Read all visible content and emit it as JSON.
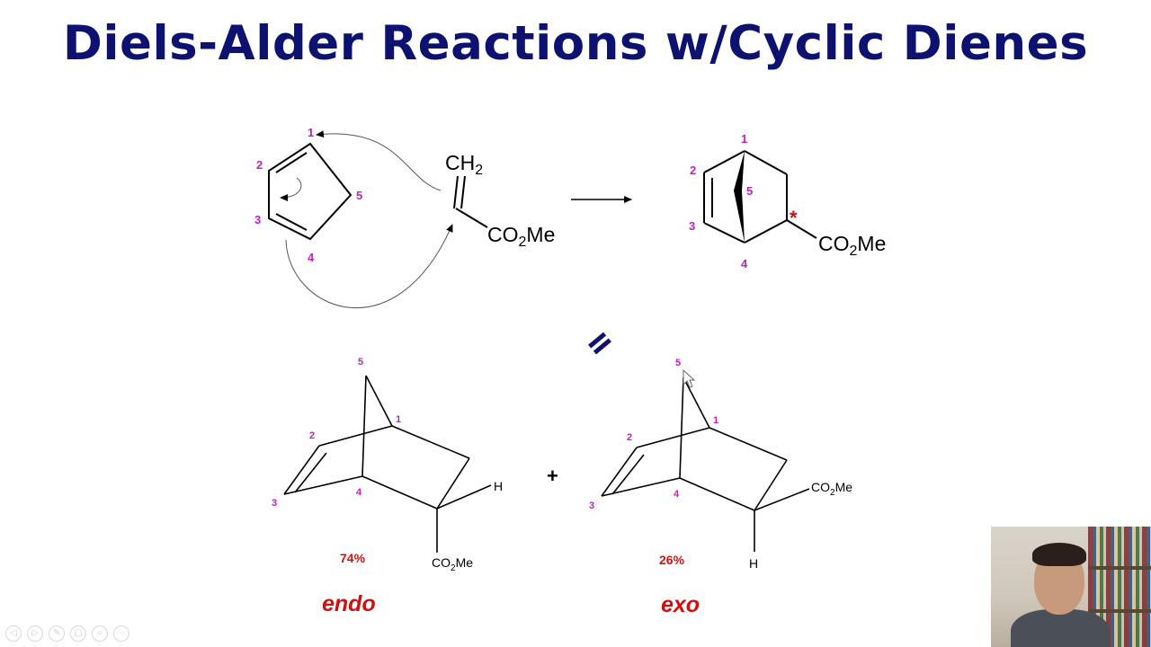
{
  "title": "Diels-Alder Reactions w/Cyclic Dienes",
  "reactant_diene": {
    "numbers": [
      "1",
      "2",
      "3",
      "4",
      "5"
    ]
  },
  "reactant_dienophile": {
    "ch": "CH",
    "ch_sub": "2",
    "co": "CO",
    "co_sub": "2",
    "me": "Me"
  },
  "product_top": {
    "numbers": [
      "1",
      "2",
      "3",
      "4",
      "5"
    ],
    "stereo_mark": "*",
    "co": "CO",
    "co_sub": "2",
    "me": "Me"
  },
  "equals_symbol": "=",
  "product_endo": {
    "numbers": [
      "5",
      "1",
      "2",
      "3",
      "4"
    ],
    "h": "H",
    "co": "CO",
    "co_sub": "2",
    "me": "Me",
    "percent": "74%",
    "label": "endo"
  },
  "plus": "+",
  "product_exo": {
    "numbers": [
      "5",
      "1",
      "2",
      "3",
      "4"
    ],
    "h": "H",
    "co": "CO",
    "co_sub": "2",
    "me": "Me",
    "percent": "26%",
    "label": "exo"
  },
  "controls": [
    "◁",
    "▷",
    "✎",
    "▢",
    "⌕",
    "⋯"
  ],
  "colors": {
    "title": "#0d1170",
    "numbers": "#c020c0",
    "highlight": "#d01010"
  }
}
